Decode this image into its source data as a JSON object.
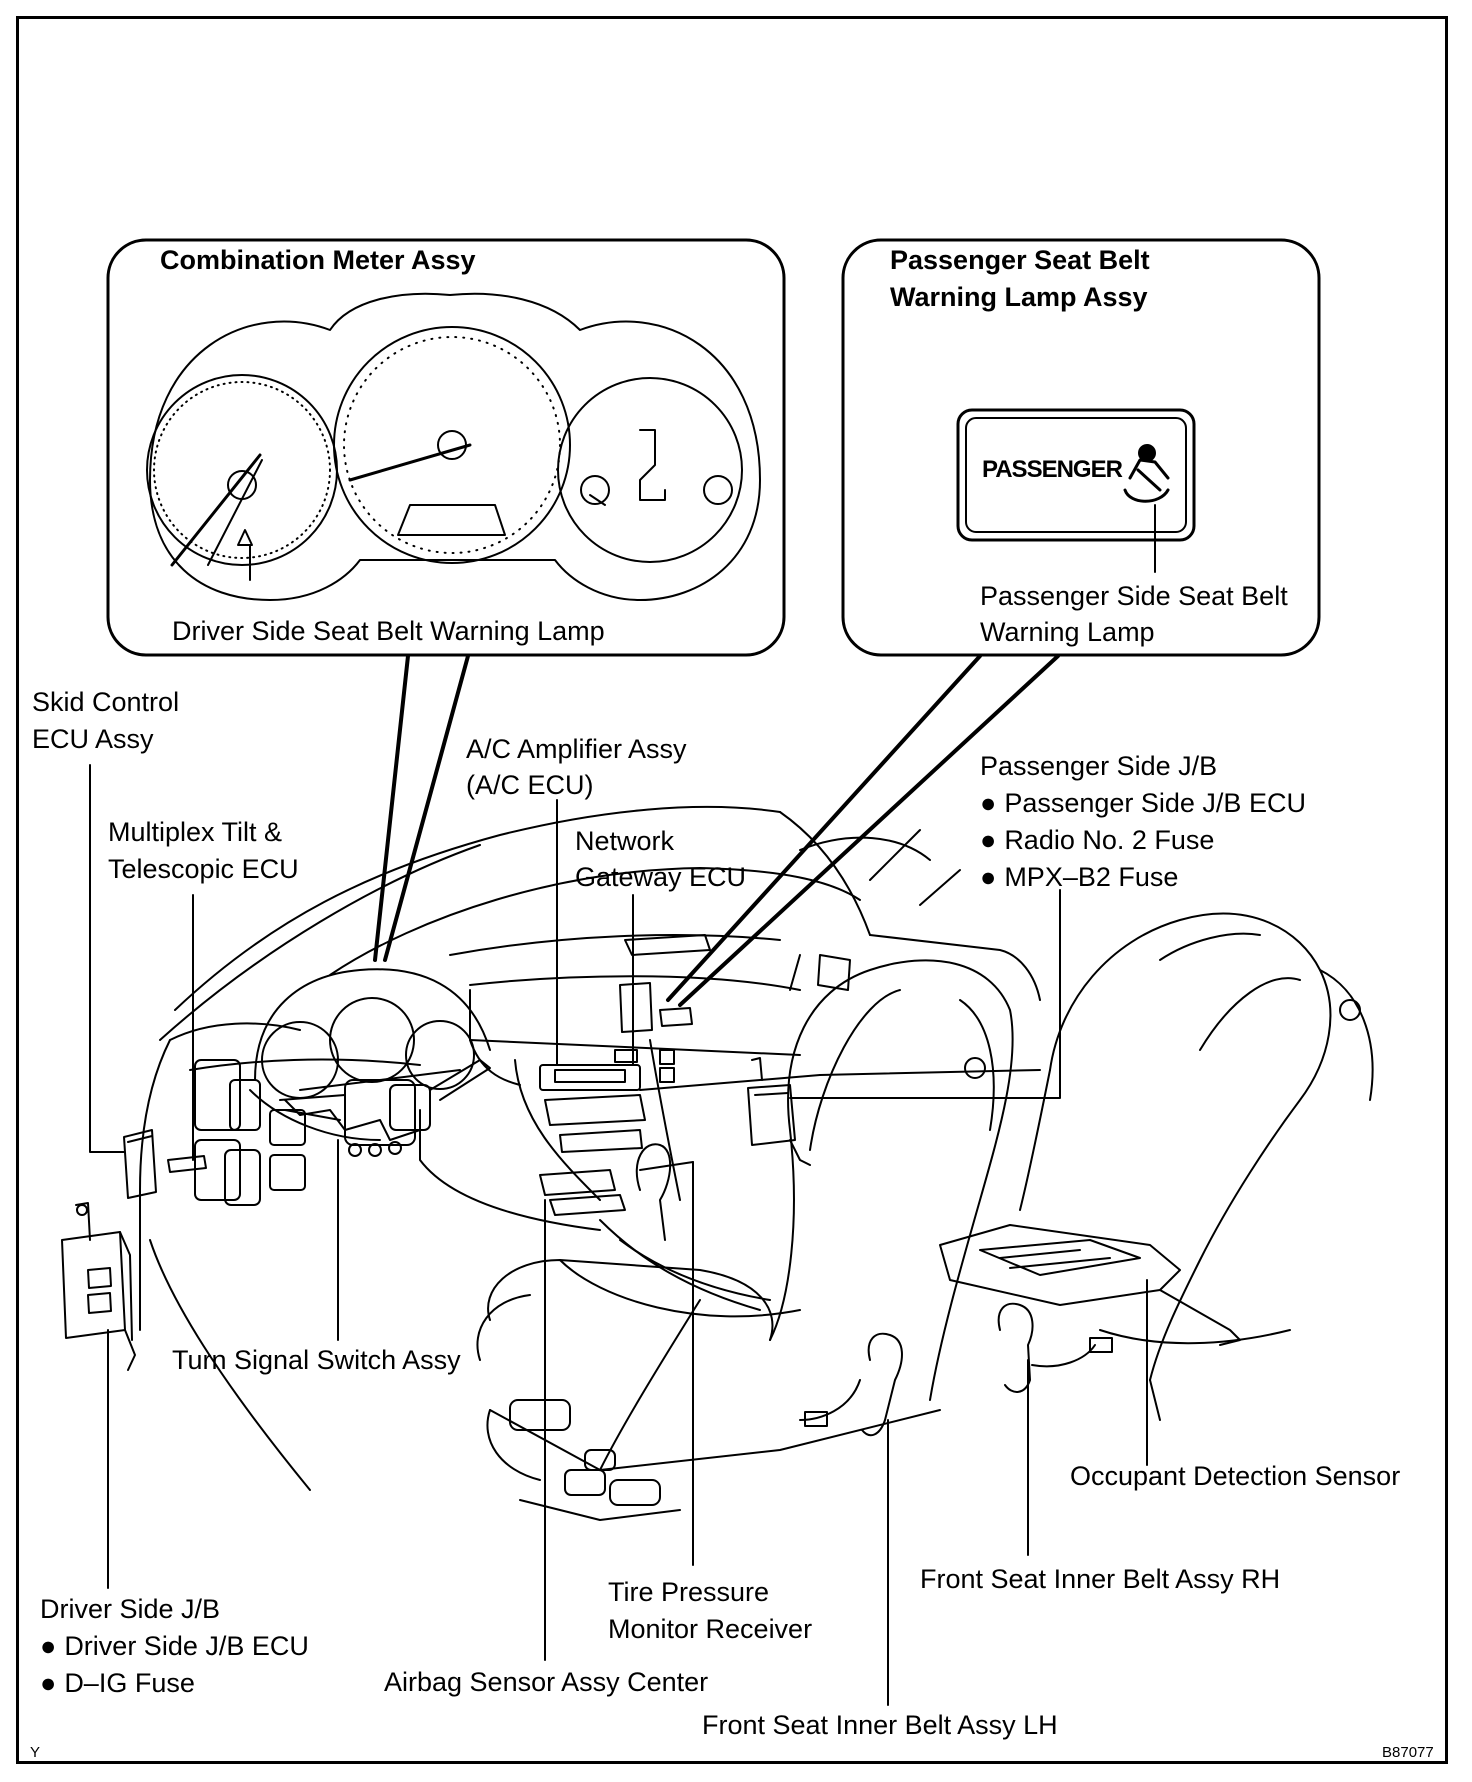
{
  "callouts": {
    "combination_meter": {
      "title": "Combination Meter Assy",
      "label": "Driver Side Seat Belt Warning Lamp"
    },
    "passenger_lamp": {
      "title_line1": "Passenger Seat Belt",
      "title_line2": "Warning Lamp Assy",
      "indicator_text": "PASSENGER",
      "label_line1": "Passenger Side Seat Belt",
      "label_line2": "Warning Lamp"
    }
  },
  "labels": {
    "skid_control_1": "Skid Control",
    "skid_control_2": "ECU Assy",
    "multiplex_1": "Multiplex Tilt &",
    "multiplex_2": "Telescopic ECU",
    "ac_amplifier_1": "A/C Amplifier Assy",
    "ac_amplifier_2": "(A/C ECU)",
    "network_1": "Network",
    "network_2": "Gateway ECU",
    "passenger_jb": {
      "title": "Passenger Side J/B",
      "items": [
        "Passenger Side J/B ECU",
        "Radio No. 2 Fuse",
        "MPX–B2 Fuse"
      ]
    },
    "turn_signal": "Turn Signal Switch Assy",
    "occupant": "Occupant Detection Sensor",
    "belt_rh": "Front Seat Inner Belt Assy RH",
    "driver_jb": {
      "title": "Driver Side J/B",
      "items": [
        "Driver Side J/B ECU",
        "D–IG Fuse"
      ]
    },
    "tire_pressure_1": "Tire Pressure",
    "tire_pressure_2": "Monitor Receiver",
    "airbag": "Airbag Sensor Assy Center",
    "belt_lh": "Front Seat Inner Belt Assy LH"
  },
  "footer": {
    "left_code": "Y",
    "figure_id": "B87077"
  }
}
